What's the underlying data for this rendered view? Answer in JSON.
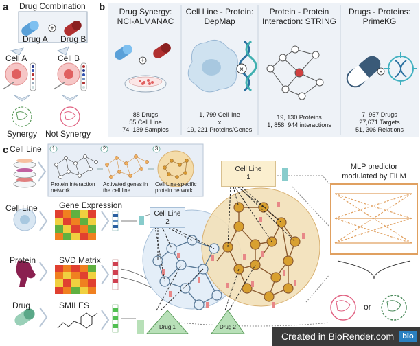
{
  "panel_a": {
    "letter": "a",
    "title": "Drug Combination",
    "drug_a": "Drug A",
    "drug_b": "Drug B",
    "cell_a": "Cell A",
    "cell_b": "Cell B",
    "synergy": "Synergy",
    "not_synergy": "Not Synergy"
  },
  "panel_b": {
    "letter": "b",
    "columns": [
      {
        "title": "Drug Synergy:\nNCI-ALMANAC",
        "stats": "88 Drugs\n55 Cell Line\n74, 139 Samples"
      },
      {
        "title": "Cell Line - Protein:\nDepMap",
        "stats": "1, 799 Cell line\nx\n19, 221 Proteins/Genes"
      },
      {
        "title": "Protein - Protein\nInteraction: STRING",
        "stats": "19, 130 Proteins\n1, 858, 944 interactions"
      },
      {
        "title": "Drugs - Proteins:\nPrimeKG",
        "stats": "7, 957 Drugs\n27,671 Targets\n51, 306 Relations"
      }
    ]
  },
  "panel_c": {
    "letter": "c",
    "cell_line_top": "Cell Line",
    "steps": [
      {
        "num": "1",
        "label": "Protein interaction\nnetwork"
      },
      {
        "num": "2",
        "label": "Activated genes in\nthe cell line"
      },
      {
        "num": "3",
        "label": "Cell Line-specific\nprotein network"
      }
    ],
    "rows": [
      {
        "left": "Cell Line",
        "feature": "Gene Expression"
      },
      {
        "left": "Protein",
        "feature": "SVD Matrix"
      },
      {
        "left": "Drug",
        "feature": "SMILES"
      }
    ],
    "cell_line_1": "Cell Line\n1",
    "cell_line_2": "Cell Line\n2",
    "drug_1": "Drug 1",
    "drug_2": "Drug 2",
    "mlp_title": "MLP predictor\nmodulated by FiLM",
    "or": "or"
  },
  "watermark": {
    "text": "Created in BioRender.com",
    "badge": "bio"
  },
  "colors": {
    "cell_pink": "#f08080",
    "blue_net": "#a8c8e8",
    "orange_net": "#e8a040",
    "mlp_orange": "#f0a060"
  }
}
